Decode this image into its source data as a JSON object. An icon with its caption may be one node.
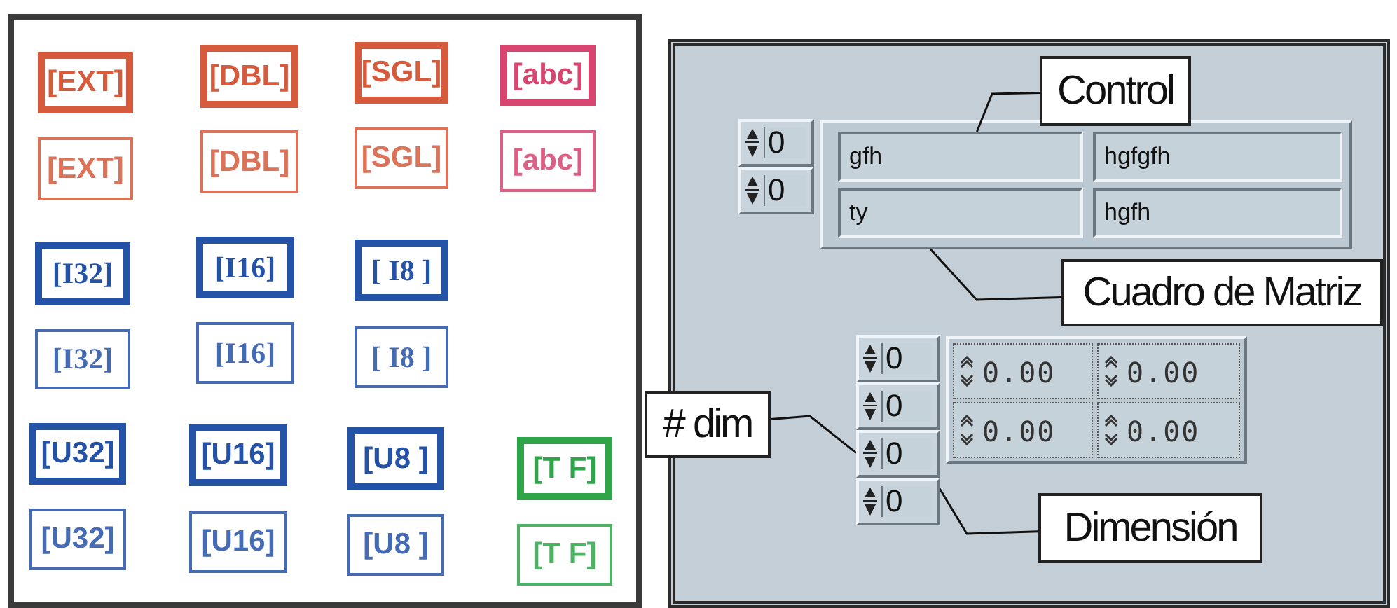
{
  "diagram": {
    "nodes": [
      {
        "text": [],
        "shape": "box"
      },
      {
        "text": [
          "[EXT]"
        ],
        "in": 0
      },
      {
        "text": [
          "[DBL]"
        ],
        "in": 0
      },
      {
        "text": [
          "[SGL]"
        ],
        "in": 0
      },
      {
        "text": [
          "[abc]"
        ],
        "in": 0
      },
      {
        "text": [
          "[EXT]"
        ],
        "in": 0
      },
      {
        "text": [
          "[DBL]"
        ],
        "in": 0
      },
      {
        "text": [
          "[SGL]"
        ],
        "in": 0
      },
      {
        "text": [
          "[abc]"
        ],
        "in": 0
      },
      {
        "text": [
          "[I32]"
        ],
        "in": 0
      },
      {
        "text": [
          "[I16]"
        ],
        "in": 0
      },
      {
        "text": [
          "[ I8 ]"
        ],
        "in": 0
      },
      {
        "text": [
          "[I32]"
        ],
        "in": 0
      },
      {
        "text": [
          "[I16]"
        ],
        "in": 0
      },
      {
        "text": [
          "[ I8 ]"
        ],
        "in": 0
      },
      {
        "text": [
          "[U32]"
        ],
        "in": 0
      },
      {
        "text": [
          "[U16]"
        ],
        "in": 0
      },
      {
        "text": [
          "[U8 ]"
        ],
        "in": 0
      },
      {
        "text": [
          "[T F]"
        ],
        "in": 0
      },
      {
        "text": [
          "[U32]"
        ],
        "in": 0
      },
      {
        "text": [
          "[U16]"
        ],
        "in": 0
      },
      {
        "text": [
          "[U8 ]"
        ],
        "in": 0
      },
      {
        "text": [
          "[T F]"
        ],
        "in": 0
      },
      {
        "text": [],
        "shape": "box"
      },
      {
        "text": [
          "Control"
        ],
        "in": 23
      },
      {
        "text": [
          "0"
        ],
        "in": 23
      },
      {
        "text": [
          "0"
        ],
        "in": 23
      },
      {
        "text": [],
        "shape": "box",
        "in": 23
      },
      {
        "text": [
          "gfh"
        ],
        "in": 27
      },
      {
        "text": [
          "hgfgfh"
        ],
        "in": 27
      },
      {
        "text": [
          "ty"
        ],
        "in": 27
      },
      {
        "text": [
          "hgfh"
        ],
        "in": 27
      },
      {
        "text": [
          "Cuadro de Matriz"
        ],
        "in": 23
      },
      {
        "text": [
          "# dim"
        ]
      },
      {
        "text": [
          "0"
        ],
        "in": 23
      },
      {
        "text": [
          "0"
        ],
        "in": 23
      },
      {
        "text": [
          "0"
        ],
        "in": 23
      },
      {
        "text": [
          "0"
        ],
        "in": 23
      },
      {
        "text": [],
        "shape": "box",
        "in": 23
      },
      {
        "text": [
          "0.00"
        ],
        "in": 38
      },
      {
        "text": [
          "0.00"
        ],
        "in": 38
      },
      {
        "text": [
          "0.00"
        ],
        "in": 38
      },
      {
        "text": [
          "0.00"
        ],
        "in": 38
      },
      {
        "text": [
          "Dimensión"
        ],
        "in": 23
      }
    ],
    "edges": [
      {
        "from": 24,
        "to": 28,
        "arrow": "none"
      },
      {
        "from": 32,
        "to": 27,
        "arrow": "none"
      },
      {
        "from": 33,
        "to": 36,
        "arrow": "none"
      },
      {
        "from": 43,
        "to": 36,
        "arrow": "none"
      }
    ]
  }
}
